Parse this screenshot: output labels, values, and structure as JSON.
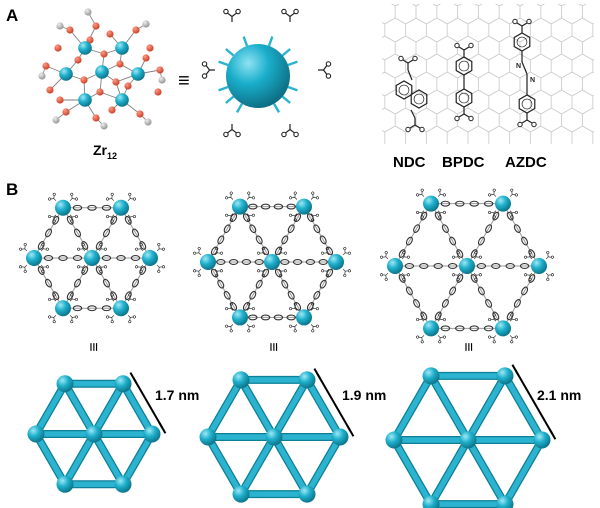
{
  "panel_a": {
    "letter": "A",
    "cluster_label": "Zr",
    "cluster_subscript": "12",
    "equivalence_symbol": "≡",
    "linkers": [
      "NDC",
      "BPDC",
      "AZDC"
    ]
  },
  "panel_b": {
    "letter": "B",
    "equivalence_symbols": [
      "≡",
      "≡",
      "≡"
    ],
    "distances": [
      "1.7 nm",
      "1.9 nm",
      "2.1 nm"
    ]
  },
  "colors": {
    "node": "#1fb0cc",
    "node_dark": "#0d7f96",
    "rod": "#2bb3cf",
    "oxygen": "#e14b2c",
    "hydrogen": "#a8a8a8",
    "linker": "#333333"
  }
}
